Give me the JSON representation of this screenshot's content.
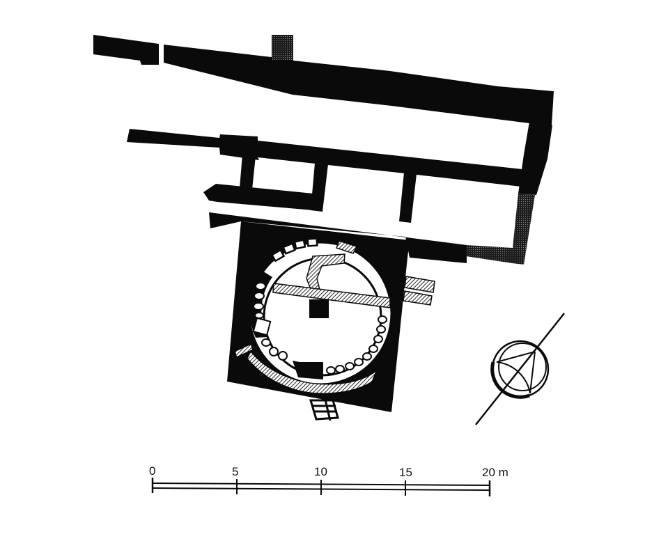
{
  "diagram": {
    "type": "archaeological-site-plan",
    "colors": {
      "wall": "#0a0a0a",
      "background": "#ffffff",
      "hatch": "#333333",
      "stipple": "#3a3a3a"
    },
    "legend_fills": [
      "solid-black (standing walls)",
      "stippled (reconstructed walls)",
      "hatched (later features)"
    ],
    "features": [
      "north-wall",
      "middle-wall",
      "east-wall",
      "room-cross-walls",
      "square-tower-enclosure",
      "circular-chamber-with-niches",
      "central-pier",
      "hatched-channel",
      "stair-remnant"
    ]
  },
  "scale_bar": {
    "unit": "m",
    "ticks": [
      {
        "label": "0",
        "value": 0
      },
      {
        "label": "5",
        "value": 5
      },
      {
        "label": "10",
        "value": 10
      },
      {
        "label": "15",
        "value": 15
      },
      {
        "label": "20 m",
        "value": 20
      }
    ]
  },
  "north_arrow": {
    "symbol": "circle-with-diagonal-needle",
    "orientation_deg": 37
  }
}
